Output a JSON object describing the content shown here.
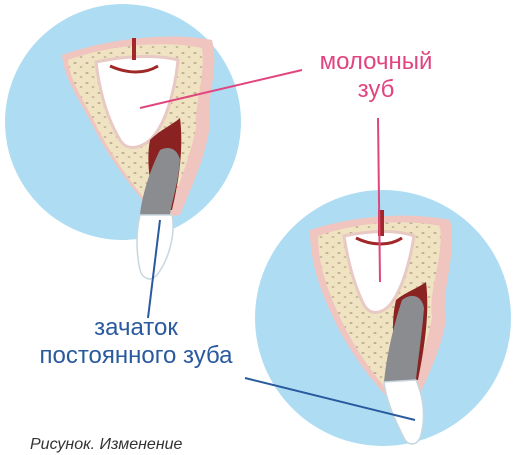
{
  "labels": {
    "milk_tooth": [
      "молочный",
      "зуб"
    ],
    "tooth_bud": [
      "зачаток",
      "постоянного зуба"
    ]
  },
  "caption": "Рисунок. Изменение",
  "colors": {
    "circle": "#aeddf3",
    "gum": "#f0c4bf",
    "bone": "#efe3c2",
    "pulp": "#a02828",
    "enamel": "#ffffff",
    "permanent_tooth": "#8a8c90",
    "milk_label": "#e0457f",
    "bud_label": "#2a5a9e"
  }
}
